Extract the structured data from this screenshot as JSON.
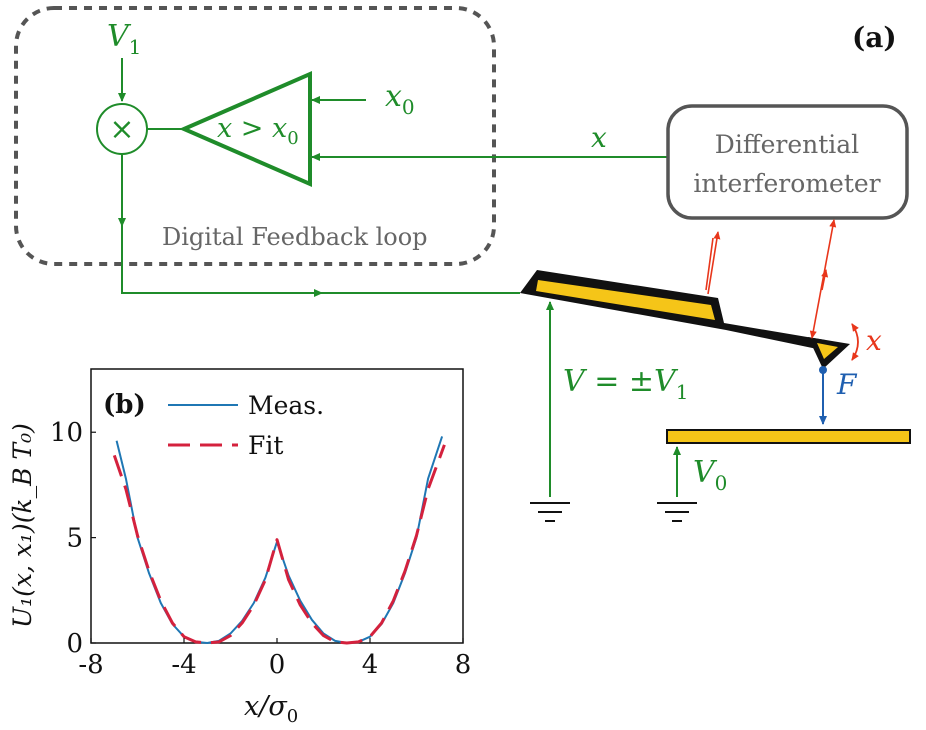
{
  "panel_a": {
    "label": "(a)",
    "v1_label": "V",
    "v1_sub": "1",
    "multiplier_symbol": "×",
    "comparator_label": "x > x",
    "comparator_sub": "0",
    "x0_label": "x",
    "x0_sub": "0",
    "signal_x_label": "x",
    "interferometer_line1": "Differential",
    "interferometer_line2": "interferometer",
    "feedback_label": "Digital Feedback loop",
    "voltage_label": "V = ±V",
    "voltage_sub": "1",
    "v0_label": "V",
    "v0_sub": "0",
    "force_label": "F",
    "deflection_label": "x",
    "colors": {
      "signal_green": "#1f8c2a",
      "laser_red": "#e8361b",
      "force_blue": "#1f5fb0",
      "electrode_yellow": "#f5c518",
      "loop_gray": "#555555"
    }
  },
  "panel_b": {
    "label": "(b)",
    "legend": [
      "Meas.",
      "Fit"
    ],
    "xlabel": "x/σ",
    "xlabel_sub": "0",
    "ylabel": "U₁(x, x₁)(k_B T₀)",
    "xticks": [
      "-8",
      "-4",
      "0",
      "4",
      "8"
    ],
    "yticks": [
      "0",
      "5",
      "10"
    ]
  },
  "chart_data": {
    "type": "line",
    "xlabel": "x/σ0",
    "ylabel": "U1(x,x1)(kBT0)",
    "xlim": [
      -8,
      8
    ],
    "ylim": [
      0,
      13
    ],
    "grid": false,
    "legend_position": "top-left",
    "series": [
      {
        "name": "Meas.",
        "color": "#1f77b4",
        "x": [
          -6.9,
          -6.5,
          -6,
          -5.5,
          -5,
          -4.5,
          -4,
          -3.5,
          -3,
          -2.5,
          -2,
          -1.5,
          -1,
          -0.5,
          0,
          0.5,
          1,
          1.5,
          2,
          2.5,
          3,
          3.5,
          4,
          4.5,
          5,
          5.5,
          6,
          6.5,
          7.1
        ],
        "y": [
          9.6,
          7.8,
          5.0,
          3.3,
          1.9,
          0.9,
          0.3,
          0.05,
          0.0,
          0.1,
          0.45,
          1.05,
          1.9,
          3.1,
          4.8,
          3.2,
          2.0,
          1.1,
          0.45,
          0.1,
          0.0,
          0.05,
          0.3,
          0.9,
          1.9,
          3.3,
          5.0,
          7.8,
          9.8
        ]
      },
      {
        "name": "Fit",
        "color": "#d4213d",
        "x": [
          -7,
          -6.5,
          -6,
          -5.5,
          -5,
          -4.5,
          -4,
          -3.5,
          -3,
          -2.5,
          -2,
          -1.5,
          -1,
          -0.5,
          0,
          0.5,
          1,
          1.5,
          2,
          2.5,
          3,
          3.5,
          4,
          4.5,
          5,
          5.5,
          6,
          6.5,
          7.2
        ],
        "y": [
          8.9,
          7.3,
          5.1,
          3.4,
          2.0,
          0.95,
          0.3,
          0.05,
          0.0,
          0.05,
          0.35,
          0.95,
          1.8,
          3.0,
          4.9,
          3.0,
          1.8,
          0.95,
          0.35,
          0.05,
          0.0,
          0.05,
          0.3,
          0.95,
          2.0,
          3.4,
          5.1,
          7.3,
          9.4
        ]
      }
    ]
  }
}
